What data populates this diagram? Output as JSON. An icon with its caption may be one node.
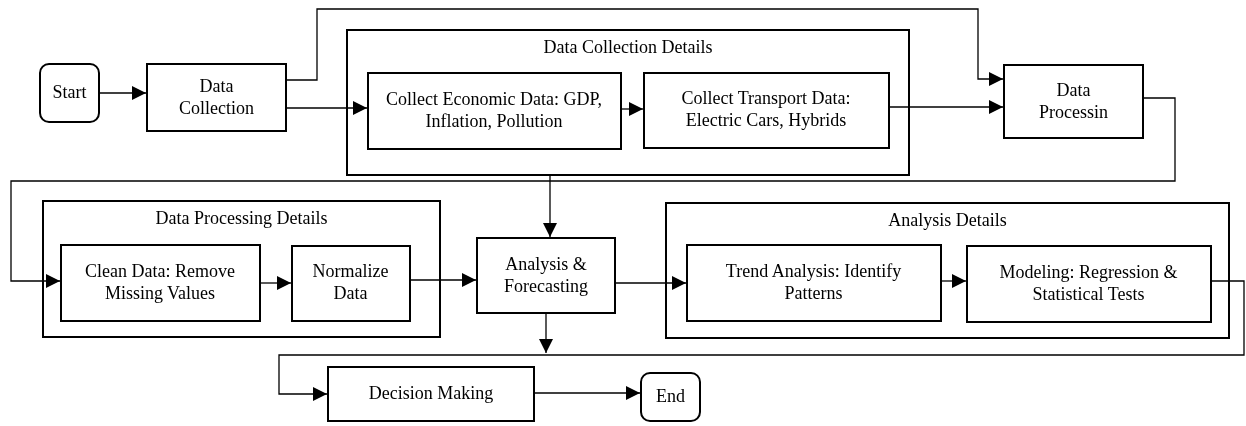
{
  "diagram": {
    "nodes": [
      {
        "text": [
          "Start"
        ]
      },
      {
        "text": [
          "Data Collection"
        ]
      },
      {
        "text": [
          "Data Collection Details"
        ]
      },
      {
        "text": [
          "Collect Economic Data: GDP, Inflation, Pollution"
        ],
        "in": 2
      },
      {
        "text": [
          "Collect Transport Data: Electric Cars, Hybrids"
        ],
        "in": 2
      },
      {
        "text": [
          "Data Processin"
        ]
      },
      {
        "text": [
          "Data Processing Details"
        ]
      },
      {
        "text": [
          "Clean Data: Remove Missing Values"
        ],
        "in": 6
      },
      {
        "text": [
          "Normalize Data"
        ],
        "in": 6
      },
      {
        "text": [
          "Analysis & Forecasting"
        ]
      },
      {
        "text": [
          "Analysis Details"
        ]
      },
      {
        "text": [
          "Trend Analysis: Identify Patterns"
        ],
        "in": 10
      },
      {
        "text": [
          "Modeling: Regression & Statistical Tests"
        ],
        "in": 10
      },
      {
        "text": [
          "Decision Making"
        ]
      },
      {
        "text": [
          "End"
        ]
      }
    ],
    "edges": [
      {
        "from": 0,
        "to": 1,
        "arrow": "to"
      },
      {
        "from": 1,
        "to": 5,
        "arrow": "to"
      },
      {
        "from": 1,
        "to": 3,
        "arrow": "to"
      },
      {
        "from": 3,
        "to": 4,
        "arrow": "to"
      },
      {
        "from": 4,
        "to": 5,
        "arrow": "to"
      },
      {
        "from": 5,
        "to": 7,
        "arrow": "to"
      },
      {
        "from": 2,
        "to": 9,
        "arrow": "to"
      },
      {
        "from": 8,
        "to": 9,
        "arrow": "to"
      },
      {
        "from": 7,
        "to": 8,
        "arrow": "to"
      },
      {
        "from": 9,
        "to": 11,
        "arrow": "to"
      },
      {
        "from": 11,
        "to": 12,
        "arrow": "to"
      },
      {
        "from": 12,
        "to": 13,
        "arrow": "to"
      },
      {
        "from": 9,
        "to": 13,
        "arrow": "to"
      },
      {
        "from": 13,
        "to": 14,
        "arrow": "to"
      }
    ]
  }
}
